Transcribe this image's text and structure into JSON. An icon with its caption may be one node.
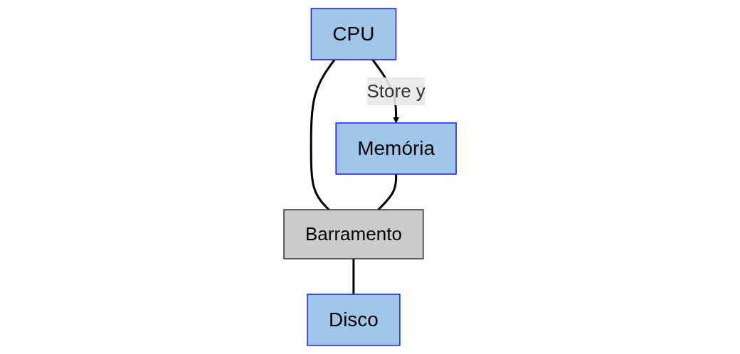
{
  "diagram": {
    "nodes": [
      {
        "text": [
          "CPU"
        ]
      },
      {
        "text": [
          "Memória"
        ]
      },
      {
        "text": [
          "Barramento"
        ]
      },
      {
        "text": [
          "Disco"
        ]
      }
    ],
    "edges": [
      {
        "from": 0,
        "to": 1,
        "arrow": "to",
        "label": "Store y"
      },
      {
        "from": 0,
        "to": 2,
        "arrow": "none"
      },
      {
        "from": 1,
        "to": 2,
        "arrow": "none"
      },
      {
        "from": 2,
        "to": 3,
        "arrow": "none"
      }
    ]
  }
}
